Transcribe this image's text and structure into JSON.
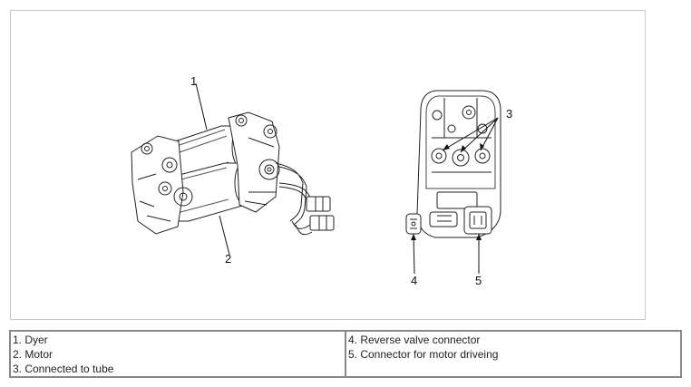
{
  "figure": {
    "callouts": {
      "c1": "1",
      "c2": "2",
      "c3": "3",
      "c4": "4",
      "c5": "5"
    }
  },
  "legend": {
    "left": [
      "1. Dyer",
      "2. Motor",
      "3. Connected to tube"
    ],
    "right": [
      "4. Reverse valve connector",
      "5. Connector for motor driveing"
    ]
  }
}
